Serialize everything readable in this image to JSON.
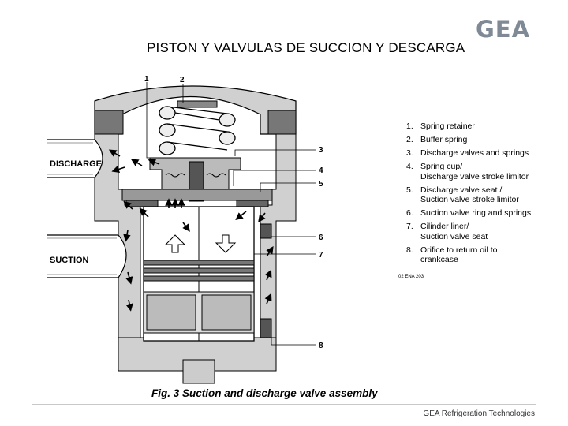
{
  "header": {
    "logo_text": "GEA",
    "title": "PISTON  Y  VALVULAS DE SUCCION Y DESCARGA"
  },
  "diagram": {
    "callouts": [
      "1",
      "2",
      "3",
      "4",
      "5",
      "6",
      "7",
      "8"
    ],
    "discharge_label": "DISCHARGE",
    "suction_label": "SUCTION",
    "legend": [
      {
        "num": "1.",
        "text": "Spring retainer"
      },
      {
        "num": "2.",
        "text": "Buffer spring"
      },
      {
        "num": "3.",
        "text": "Discharge valves and springs"
      },
      {
        "num": "4.",
        "text": "Spring cup/\nDischarge valve stroke  limitor"
      },
      {
        "num": "5.",
        "text": "Discharge valve seat /\nSuction valve stroke limitor"
      },
      {
        "num": "6.",
        "text": "Suction valve ring and springs"
      },
      {
        "num": "7.",
        "text": "Cilinder liner/\nSuction valve seat"
      },
      {
        "num": "8.",
        "text": "Orifice to return oil to\ncrankcase"
      }
    ],
    "drawing_code": "02 ENA 203",
    "caption": "Fig. 3  Suction and discharge valve assembly"
  },
  "footer": {
    "text": "GEA Refrigeration Technologies"
  }
}
